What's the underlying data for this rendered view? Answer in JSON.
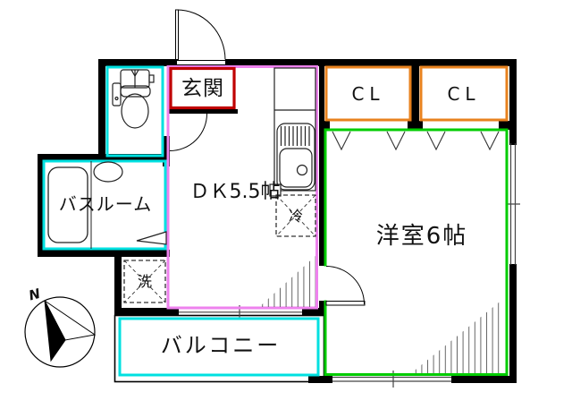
{
  "floorplan": {
    "labels": {
      "genkan": "玄関",
      "dk": "ＤＫ5.5帖",
      "western_room": "洋室6帖",
      "bathroom": "バスルーム",
      "balcony": "バルコニー",
      "closet_left": "CL",
      "closet_right": "CL",
      "refrigerator": "冷",
      "washer": "洗",
      "compass_north": "N"
    },
    "colors": {
      "wall": "#000000",
      "water_cyan": "#00E0E0",
      "dk_magenta": "#EE82EE",
      "room_green": "#00CC00",
      "closet_orange": "#E8821E",
      "genkan_red": "#C00000",
      "hatch_gray": "#666666"
    }
  }
}
